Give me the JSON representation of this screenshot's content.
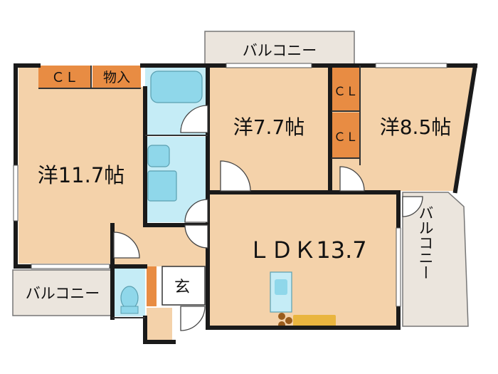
{
  "colors": {
    "room": "#f4d2aa",
    "wet": "#c5ecf6",
    "wet_fixture": "#8fd7ea",
    "closet": "#e88c43",
    "balcony": "#ebe5dd",
    "wall": "#1a1a1a",
    "counter": "#e9b53f",
    "stove": "#9a5c1c"
  },
  "rooms": {
    "western_large": "洋11.7帖",
    "western_mid": "洋7.7帖",
    "western_right": "洋8.5帖",
    "ldk": "ＬＤＫ13.7",
    "entrance": "玄"
  },
  "storage": {
    "closet_left": "ＣＬ",
    "storage_left": "物入",
    "closet_mid_upper": "ＣＬ",
    "closet_mid_lower": "ＣＬ"
  },
  "balconies": {
    "top": "バルコニー",
    "left": "バルコニー",
    "right": "バルコニー"
  }
}
